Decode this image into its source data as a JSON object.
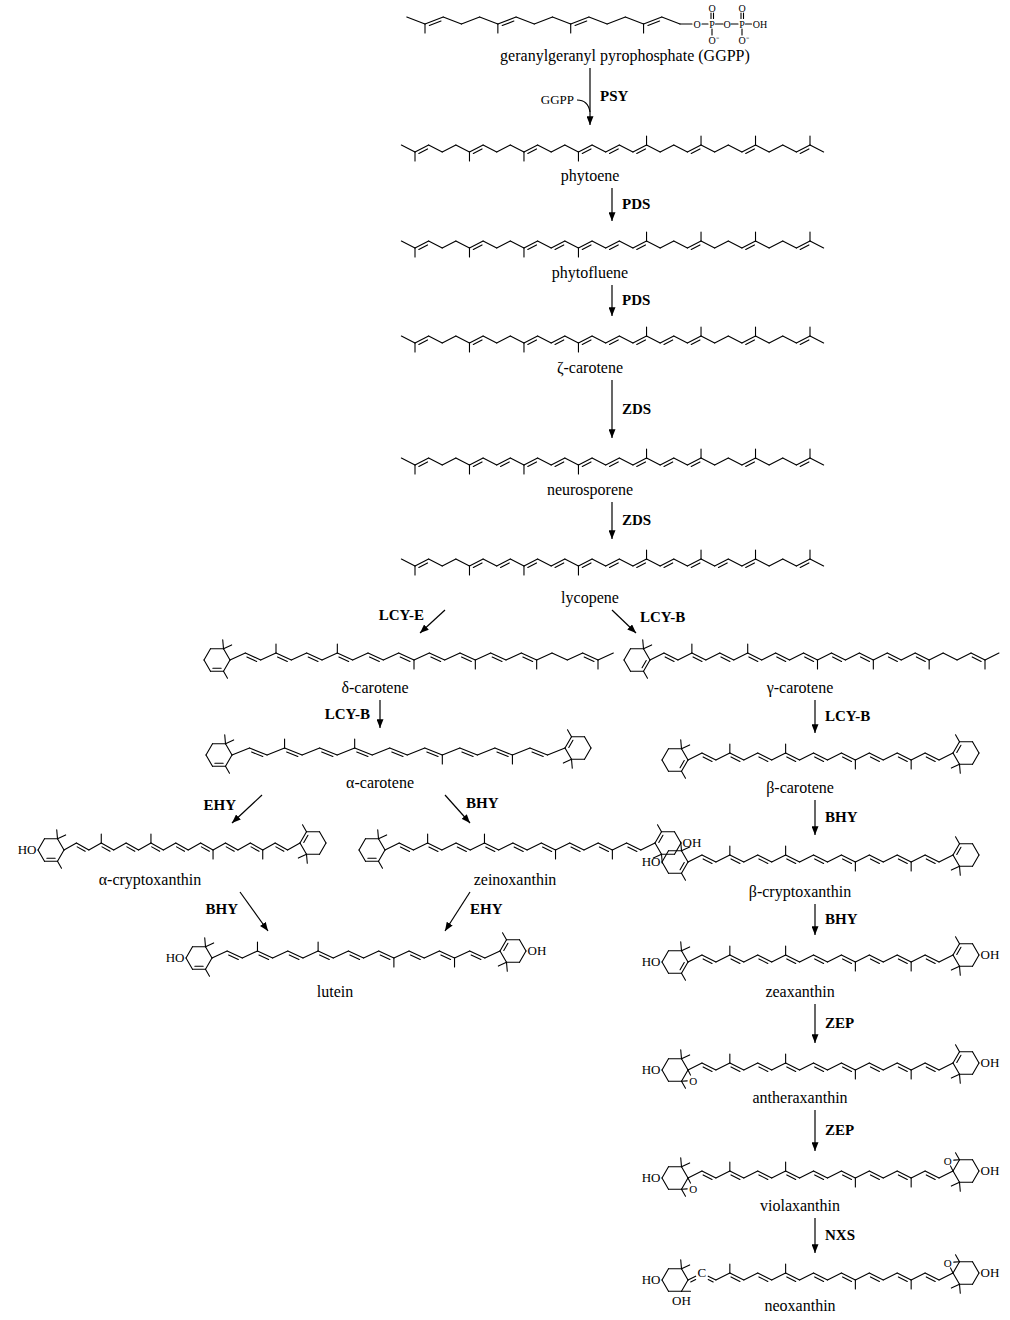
{
  "diagram": {
    "nodes": [
      {
        "text": [
          "geranylgeranyl pyrophosphate (GGPP)"
        ]
      },
      {
        "text": [
          "phytoene"
        ]
      },
      {
        "text": [
          "phytofluene"
        ]
      },
      {
        "text": [
          "ζ-carotene"
        ]
      },
      {
        "text": [
          "neurosporene"
        ]
      },
      {
        "text": [
          "lycopene"
        ]
      },
      {
        "text": [
          "δ-carotene"
        ]
      },
      {
        "text": [
          "γ-carotene"
        ]
      },
      {
        "text": [
          "α-carotene"
        ]
      },
      {
        "text": [
          "β-carotene"
        ]
      },
      {
        "text": [
          "α-cryptoxanthin"
        ]
      },
      {
        "text": [
          "zeinoxanthin"
        ]
      },
      {
        "text": [
          "β-cryptoxanthin"
        ]
      },
      {
        "text": [
          "lutein"
        ]
      },
      {
        "text": [
          "zeaxanthin"
        ]
      },
      {
        "text": [
          "antheraxanthin"
        ]
      },
      {
        "text": [
          "violaxanthin"
        ]
      },
      {
        "text": [
          "neoxanthin"
        ]
      }
    ],
    "edges": [
      {
        "from": 0,
        "to": 1,
        "label": "PSY",
        "arrow": "to"
      },
      {
        "from": 1,
        "to": 2,
        "label": "PDS",
        "arrow": "to"
      },
      {
        "from": 2,
        "to": 3,
        "label": "PDS",
        "arrow": "to"
      },
      {
        "from": 3,
        "to": 4,
        "label": "ZDS",
        "arrow": "to"
      },
      {
        "from": 4,
        "to": 5,
        "label": "ZDS",
        "arrow": "to"
      },
      {
        "from": 5,
        "to": 6,
        "label": "LCY-E",
        "arrow": "to"
      },
      {
        "from": 5,
        "to": 7,
        "label": "LCY-B",
        "arrow": "to"
      },
      {
        "from": 6,
        "to": 8,
        "label": "LCY-B",
        "arrow": "to"
      },
      {
        "from": 7,
        "to": 9,
        "label": "LCY-B",
        "arrow": "to"
      },
      {
        "from": 8,
        "to": 10,
        "label": "EHY",
        "arrow": "to"
      },
      {
        "from": 8,
        "to": 11,
        "label": "BHY",
        "arrow": "to"
      },
      {
        "from": 9,
        "to": 12,
        "label": "BHY",
        "arrow": "to"
      },
      {
        "from": 10,
        "to": 13,
        "label": "BHY",
        "arrow": "to"
      },
      {
        "from": 11,
        "to": 13,
        "label": "EHY",
        "arrow": "to"
      },
      {
        "from": 12,
        "to": 14,
        "label": "BHY",
        "arrow": "to"
      },
      {
        "from": 14,
        "to": 15,
        "label": "ZEP",
        "arrow": "to"
      },
      {
        "from": 15,
        "to": 16,
        "label": "ZEP",
        "arrow": "to"
      },
      {
        "from": 16,
        "to": 17,
        "label": "NXS",
        "arrow": "to"
      }
    ],
    "labels": [
      "O",
      "O",
      "O",
      "P",
      "O",
      "P",
      "OH",
      "O⁻",
      "O⁻",
      "GGPP",
      "HO",
      "OH",
      "HO",
      "HO",
      "OH",
      "HO",
      "OH",
      "HO",
      "O",
      "OH",
      "HO",
      "O",
      "O",
      "OH",
      "C",
      "HO",
      "OH",
      "O",
      "OH"
    ]
  }
}
